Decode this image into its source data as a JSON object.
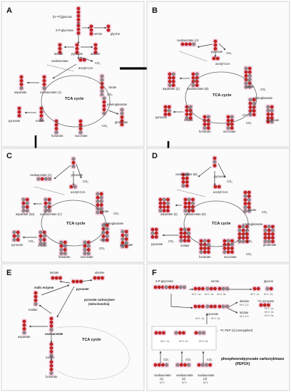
{
  "panels": {
    "A": {
      "letter": "A",
      "labels": {
        "glucose": "[U-¹³C]glucose",
        "pg": "3-P-glycerate",
        "serine": "serine",
        "glycine": "glycine",
        "lactate": "lactate",
        "pyruvate": "pyruvate",
        "alanine": "alanine",
        "co2a": "CO₂",
        "oxaloacetate": "oxaloacetate",
        "acetylcoa": "acetyl-CoA",
        "citrate": "citrate",
        "aspartate": "aspartate",
        "oxaloacetate1": "oxaloacetate (1)",
        "tca": "TCA cycle",
        "akg": "α-ketoglutarate",
        "co2b": "CO₂",
        "pyruvate2": "pyruvate",
        "malate": "malate",
        "glutamate": "glutamate",
        "co2c": "CO₂",
        "fumarate": "fumarate",
        "succinate": "succinate"
      }
    },
    "B": {
      "letter": "B",
      "labels": {
        "pyruvate": "pyruvate",
        "oxaloacetateA": "oxaloacetate (A)",
        "co2a": "CO₂",
        "acetylcoa": "acetyl-CoA",
        "aspartate2": "aspartate (2)",
        "oxaloacetateB": "oxaloacetate (B)",
        "citrate": "citrate",
        "co2b": "CO₂",
        "tca": "TCA cycle",
        "akg": "α-ketoglutarate",
        "co2c": "CO₂",
        "pyruvate2": "pyruvate",
        "malate": "malate",
        "glutamate": "glutamate",
        "co2d": "CO₂",
        "fumarate": "fumarate",
        "succinate": "succinate"
      }
    },
    "C": {
      "letter": "C",
      "labels": {
        "pyruvate": "pyruvate",
        "oxaloacetateA": "oxaloacetate (A)",
        "co2a": "CO₂",
        "acetylcoa": "acetyl-CoA",
        "aspartate3": "aspartate (3a)",
        "oxaloacetateC": "oxaloacetate (C)",
        "citrate": "citrate",
        "co2b": "CO₂",
        "tca": "TCA cycle",
        "akg": "α-ketoglutarate",
        "co2c": "CO₂",
        "pyruvate2": "pyruvate",
        "co2d": "CO₂",
        "malate": "malate",
        "glutamate": "glutamate",
        "co2e": "CO₂",
        "fumarate": "fumarate",
        "succinate": "succinate"
      }
    },
    "D": {
      "letter": "D",
      "labels": {
        "pyruvate": "pyruvate",
        "oxaloacetateB": "oxaloacetate (B)",
        "co2a": "CO₂",
        "acetylcoa": "acetyl-CoA",
        "aspartate3": "aspartate (3)",
        "oxaloacetateD": "oxaloacetate (D)",
        "citrate": "citrate",
        "co2b": "CO₂",
        "tca": "TCA cycle",
        "akg": "α-ketoglutarate",
        "co2c": "CO₂",
        "pyruvate2": "pyruvate",
        "co2d": "CO₂",
        "malate": "malate",
        "glutamate": "glutamate",
        "co2e": "CO₂",
        "fumarate": "fumarate",
        "succinate": "succinate"
      }
    },
    "E": {
      "letter": "E",
      "labels": {
        "lactate": "lactate",
        "alanine": "alanine",
        "malic": "malic enzyme",
        "pyruvate": "pyruvate",
        "pcarb": "pyruvate carboxylase",
        "mito": "(mitochondria)",
        "malate": "malate",
        "aspartate": "aspartate",
        "oxaloacetate": "oxaloacetate",
        "tca": "TCA cycle",
        "malate2": "malate",
        "fumarate": "fumarate"
      }
    },
    "F": {
      "letter": "F",
      "labels": {
        "pg": "3-P-glycerate",
        "serine": "serine",
        "glycine": "glycine",
        "m1": "M+1: 1a",
        "m2": "M+2: 2a",
        "m3": "M+3: 3a",
        "gm1": "M+1: 1a",
        "gm2": "M+2: 2a",
        "pyruvate": "pyruvate",
        "pm1": "M+1: 1a",
        "pm2": "M+2: 2a",
        "alanine": "alanine",
        "alm": "M+1,2,3",
        "lactate": "lactate",
        "lam": "M+1,2,3",
        "c13pyr": "¹³C pyruvate",
        "c13m1": "M+1: 1a",
        "c13m2": "M+2: 2a",
        "c13m3": "M+3: 3a",
        "pep": "← ¹³C PEP (3) (unsupplied)",
        "pepm1": "M+1: 1a",
        "pepm2": "M+2: 2a",
        "pepm3": "M+3: 3a",
        "co2a": "CO₂",
        "co2b": "CO₂",
        "co2c": "CO₂",
        "pepck": "phosphoenolpyruvate carboxykinase",
        "pepck2": "(PEPCK)",
        "oaa1": "oxaloacetate",
        "oaa1n": "(1)",
        "oaa1m": "M+3",
        "oaa2": "oxaloacetate",
        "oaa2n": "(2)",
        "oaa2m": "M+3",
        "oaa3": "oxaloacetate",
        "oaa3n": "(3)",
        "oaa3m": "M+4"
      }
    }
  }
}
